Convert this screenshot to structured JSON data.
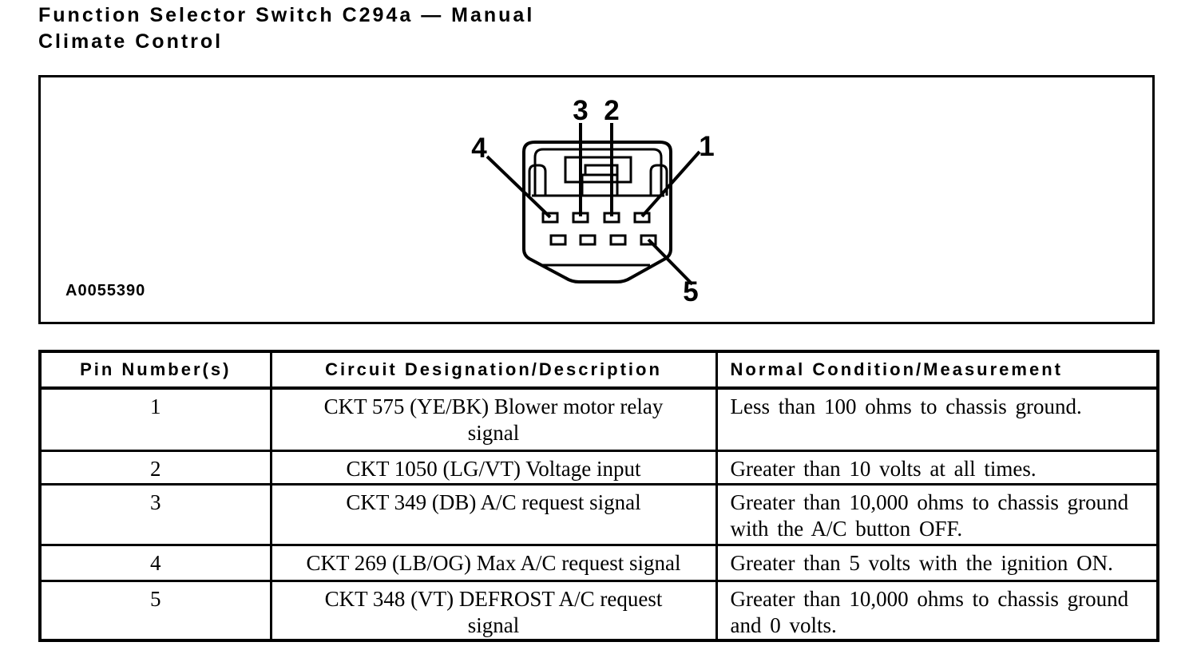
{
  "page": {
    "title_line1": "Function Selector Switch C294a — Manual",
    "title_line2": "Climate Control"
  },
  "figure": {
    "id_label": "A0055390",
    "callouts": [
      {
        "label": "1"
      },
      {
        "label": "2"
      },
      {
        "label": "3"
      },
      {
        "label": "4"
      },
      {
        "label": "5"
      }
    ]
  },
  "table": {
    "headers": [
      "Pin Number(s)",
      "Circuit Designation/Description",
      "Normal Condition/Measurement"
    ],
    "rows": [
      {
        "pin": "1",
        "circuit": "CKT 575 (YE/BK) Blower motor relay signal",
        "condition": "Less than 100 ohms to chassis ground."
      },
      {
        "pin": "2",
        "circuit": "CKT 1050 (LG/VT) Voltage input",
        "condition": "Greater than 10 volts at all times."
      },
      {
        "pin": "3",
        "circuit": "CKT 349 (DB) A/C request signal",
        "condition": "Greater than 10,000 ohms to chassis ground with the A/C button OFF."
      },
      {
        "pin": "4",
        "circuit": "CKT 269 (LB/OG) Max A/C request signal",
        "condition": "Greater than 5 volts with the ignition ON."
      },
      {
        "pin": "5",
        "circuit": "CKT 348 (VT) DEFROST A/C request signal",
        "condition": "Greater than 10,000 ohms to chassis ground and 0 volts."
      }
    ]
  },
  "colors": {
    "ink": "#000000",
    "paper": "#ffffff"
  }
}
